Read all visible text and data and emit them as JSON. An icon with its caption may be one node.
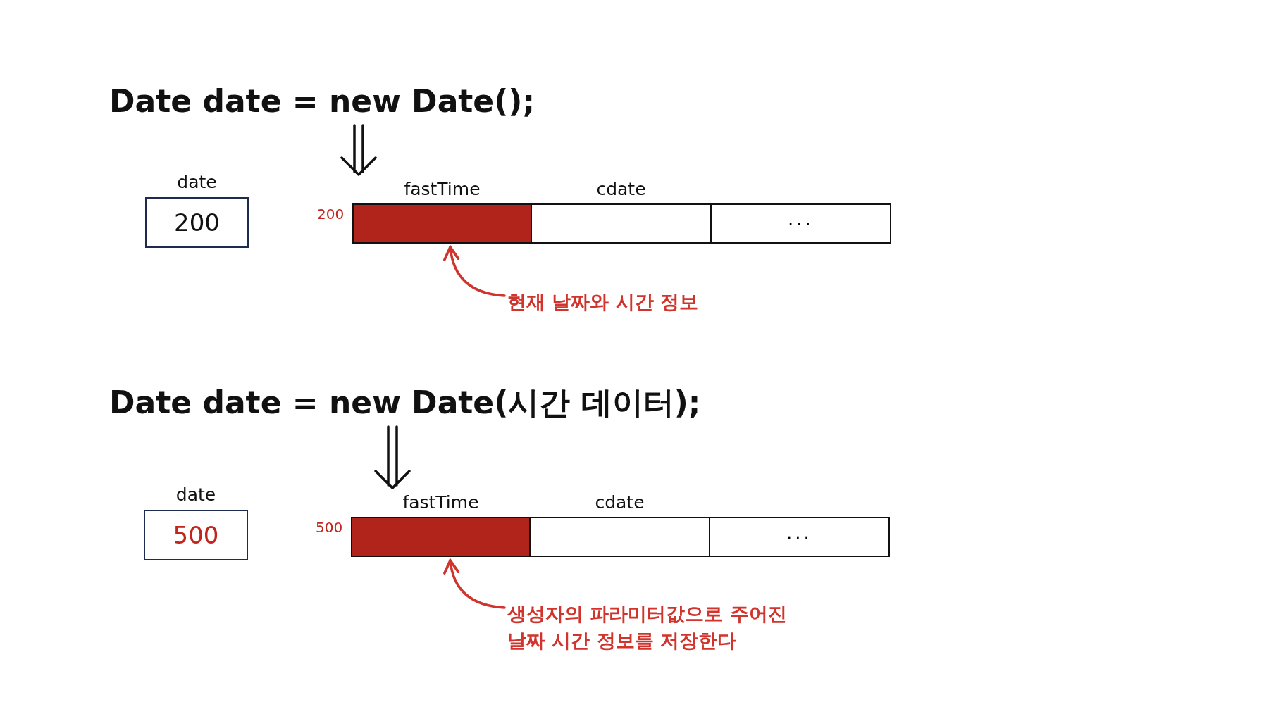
{
  "diagram": {
    "nodes": [
      {
        "text": [
          "Date date = new Date();"
        ]
      },
      {
        "text": [
          "date",
          "200"
        ]
      },
      {
        "text": [
          "fastTime"
        ],
        "beside": [
          "200"
        ]
      },
      {
        "text": [
          "cdate"
        ]
      },
      {
        "text": [
          "..."
        ]
      },
      {
        "text": [
          "현재 날짜와 시간 정보"
        ]
      },
      {
        "text": [
          "Date date = new Date(시간 데이터);"
        ]
      },
      {
        "text": [
          "date",
          "500"
        ]
      },
      {
        "text": [
          "fastTime"
        ],
        "beside": [
          "500"
        ]
      },
      {
        "text": [
          "cdate"
        ]
      },
      {
        "text": [
          "..."
        ]
      },
      {
        "text": [
          "생성자의 파라미터값으로 주어진 날짜 시간 정보를 저장한다"
        ]
      }
    ],
    "edges": [
      {
        "from": 0,
        "to": 2,
        "arrow": "to"
      },
      {
        "from": 5,
        "to": 2,
        "arrow": "to",
        "color": "#d0342c"
      },
      {
        "from": 6,
        "to": 8,
        "arrow": "to"
      },
      {
        "from": 11,
        "to": 8,
        "arrow": "to",
        "color": "#d0342c"
      }
    ]
  }
}
